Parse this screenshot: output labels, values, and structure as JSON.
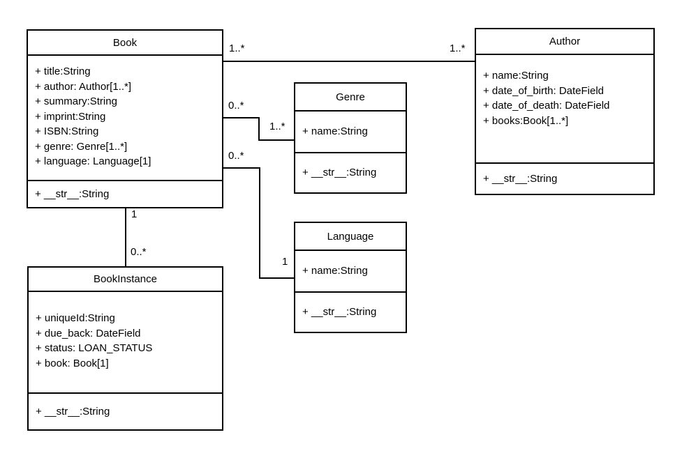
{
  "canvas": {
    "background_color": "#ffffff",
    "stroke_color": "#000000"
  },
  "classes": {
    "book": {
      "title": "Book",
      "attributes": [
        "+ title:String",
        "+ author: Author[1..*]",
        "+ summary:String",
        "+ imprint:String",
        "+ ISBN:String",
        "+ genre: Genre[1..*]",
        "+ language: Language[1]"
      ],
      "methods": [
        "+ __str__:String"
      ]
    },
    "author": {
      "title": "Author",
      "attributes": [
        "+ name:String",
        "+ date_of_birth: DateField",
        "+ date_of_death: DateField",
        "+ books:Book[1..*]"
      ],
      "methods": [
        "+ __str__:String"
      ]
    },
    "genre": {
      "title": "Genre",
      "attributes": [
        "+ name:String"
      ],
      "methods": [
        "+ __str__:String"
      ]
    },
    "language": {
      "title": "Language",
      "attributes": [
        "+ name:String"
      ],
      "methods": [
        "+ __str__:String"
      ]
    },
    "bookInstance": {
      "title": "BookInstance",
      "attributes": [
        "+ uniqueId:String",
        "+ due_back: DateField",
        "+ status: LOAN_STATUS",
        "+ book: Book[1]"
      ],
      "methods": [
        "+ __str__:String"
      ]
    }
  },
  "relationships": {
    "book_author": {
      "source": "Book",
      "target": "Author",
      "source_label": "1..*",
      "target_label": "1..*"
    },
    "book_genre": {
      "source": "Book",
      "target": "Genre",
      "source_label": "0..*",
      "target_label": "1..*"
    },
    "book_language": {
      "source": "Book",
      "target": "Language",
      "source_label": "0..*",
      "target_label": "1"
    },
    "book_bookinstance": {
      "source": "Book",
      "target": "BookInstance",
      "source_label": "1",
      "target_label": "0..*"
    }
  }
}
